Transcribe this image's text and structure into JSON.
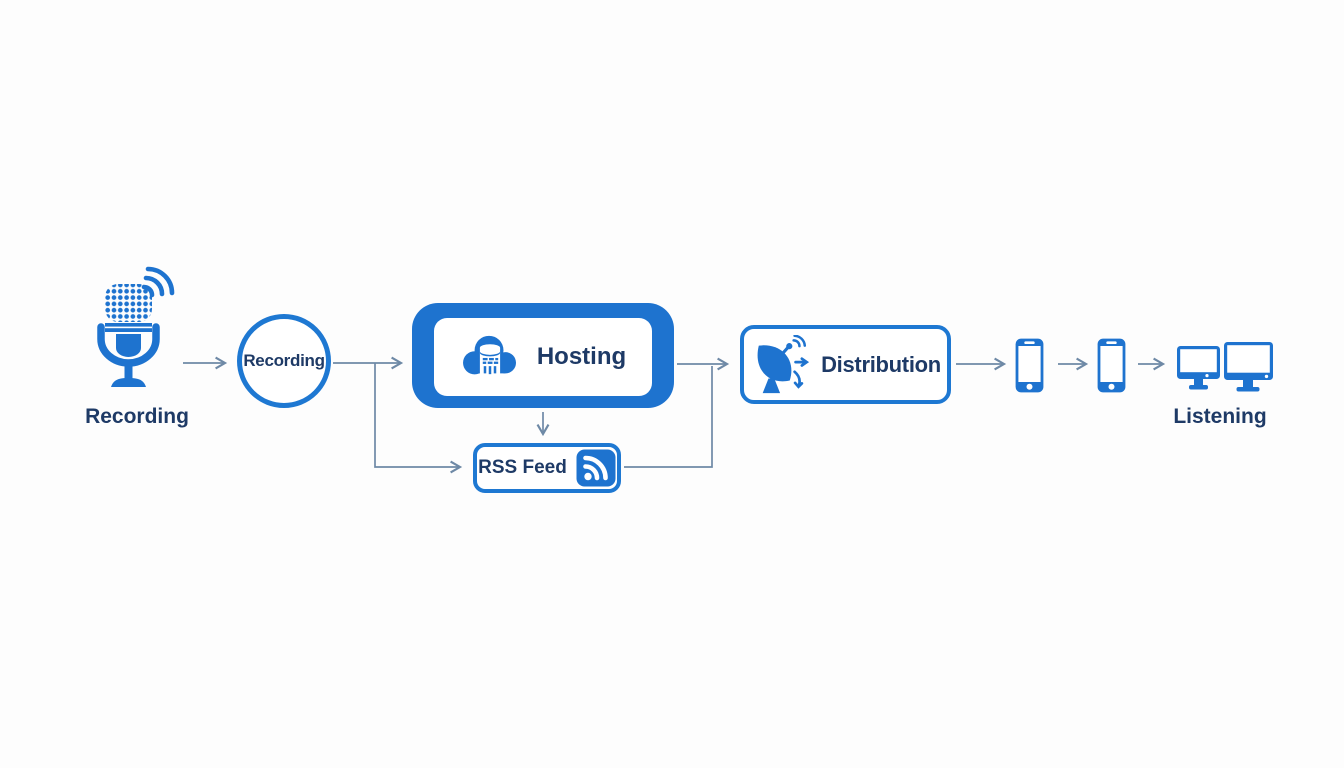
{
  "diagram": {
    "type": "flowchart",
    "colors": {
      "primary_blue": "#1e73cf",
      "border_blue": "#1e78d2",
      "label_navy": "#1e3a66",
      "arrow_slate": "#6e89a6",
      "background": "#fdfdfd"
    },
    "nodes": {
      "source": {
        "label": "Recording",
        "icon": "microphone-icon"
      },
      "recording_step": {
        "label": "Recording",
        "shape": "circle"
      },
      "hosting": {
        "label": "Hosting",
        "icon": "cloud-server-icon",
        "shape": "filled-rounded-rectangle"
      },
      "rss_feed": {
        "label": "RSS Feed",
        "icon": "rss-icon",
        "shape": "outlined-rounded-rectangle"
      },
      "distribution": {
        "label": "Distribution",
        "icon": "satellite-dish-icon",
        "shape": "outlined-rounded-rectangle"
      },
      "device_phone_1": {
        "icon": "smartphone-icon"
      },
      "device_phone_2": {
        "icon": "smartphone-icon"
      },
      "listening": {
        "label": "Listening",
        "icon": "desktop-monitors-icon"
      }
    },
    "edges": [
      {
        "from": "source",
        "to": "recording_step"
      },
      {
        "from": "recording_step",
        "to": "hosting"
      },
      {
        "from": "recording_step",
        "to": "rss_feed"
      },
      {
        "from": "hosting",
        "to": "rss_feed"
      },
      {
        "from": "hosting",
        "to": "distribution"
      },
      {
        "from": "rss_feed",
        "to": "distribution"
      },
      {
        "from": "distribution",
        "to": "device_phone_1"
      },
      {
        "from": "device_phone_1",
        "to": "device_phone_2"
      },
      {
        "from": "device_phone_2",
        "to": "listening"
      }
    ]
  }
}
